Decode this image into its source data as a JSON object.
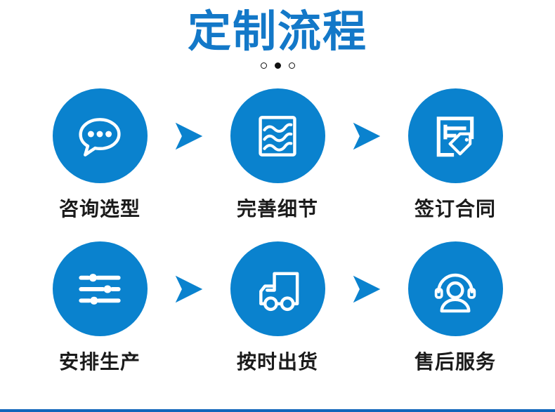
{
  "header": {
    "title": "定制流程",
    "title_color": "#1378c8",
    "dots": [
      {
        "name": "pagination-dot-1",
        "state": "inactive"
      },
      {
        "name": "pagination-dot-2",
        "state": "active"
      },
      {
        "name": "pagination-dot-3",
        "state": "inactive"
      }
    ]
  },
  "theme": {
    "badge_blue": "#0a82ce",
    "label_color": "#1b1b1b",
    "bottom_bar_color": "#1166bb",
    "background": "#ffffff"
  },
  "arrow": {
    "icon": "arrow-right-icon",
    "color": "#0a82ce"
  },
  "flow": {
    "rows": [
      {
        "steps": [
          {
            "label": "咨询选型",
            "icon": "chat-bubble-icon"
          },
          {
            "label": "完善细节",
            "icon": "waves-document-icon"
          },
          {
            "label": "签订合同",
            "icon": "contract-tag-icon"
          }
        ]
      },
      {
        "steps": [
          {
            "label": "安排生产",
            "icon": "sliders-icon"
          },
          {
            "label": "按时出货",
            "icon": "delivery-truck-icon"
          },
          {
            "label": "售后服务",
            "icon": "headset-support-icon"
          }
        ]
      }
    ]
  }
}
